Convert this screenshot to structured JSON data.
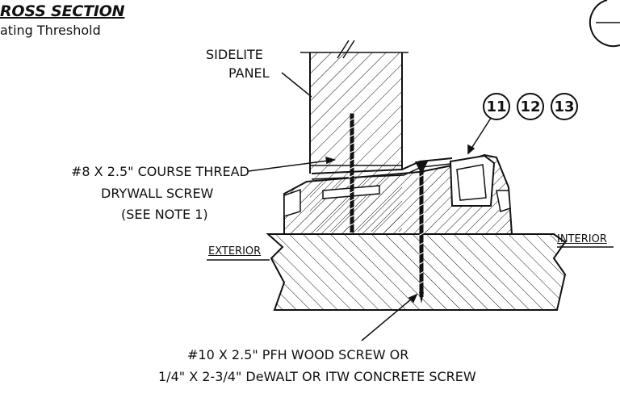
{
  "header": {
    "title": "ROSS SECTION",
    "subtitle": "ating Threshold"
  },
  "labels": {
    "sidelite_line1": "SIDELITE",
    "sidelite_line2": "PANEL",
    "drywall_line1": "#8 X 2.5\" COURSE THREAD",
    "drywall_line2": "DRYWALL SCREW",
    "drywall_line3": "(SEE NOTE 1)",
    "exterior": "EXTERIOR",
    "interior": "INTERIOR",
    "bottom_line1": "#10 X 2.5\" PFH WOOD SCREW OR",
    "bottom_line2": "1/4\" X 2-3/4\" DeWALT OR ITW CONCRETE SCREW"
  },
  "callouts": [
    "11",
    "12",
    "13"
  ]
}
